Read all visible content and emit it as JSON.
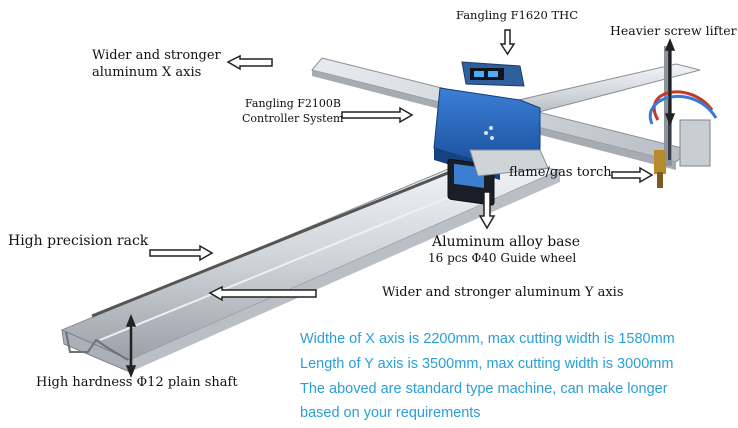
{
  "labels": {
    "thc": "Fangling F1620 THC",
    "lifter": "Heavier screw lifter",
    "x_axis_line1": "Wider and stronger",
    "x_axis_line2": "aluminum X axis",
    "controller_line1": "Fangling F2100B",
    "controller_line2": "Controller System",
    "torch": "flame/gas torch",
    "rack": "High precision rack",
    "base": "Aluminum alloy base",
    "wheel": "16 pcs Φ40 Guide wheel",
    "y_axis": "Wider and stronger aluminum Y axis",
    "shaft": "High hardness Φ12 plain shaft"
  },
  "info": [
    "Widthe of X axis is 2200mm, max cutting width is 1580mm",
    "Length of Y axis is 3500mm, max cutting width is 3000mm",
    "The aboved are standard type machine, can make longer",
    "based on your requirements"
  ],
  "colors": {
    "text": "#111111",
    "info": "#2a9fd6",
    "machine_blue": "#1f5fb8",
    "aluminum": "#cfd4d9"
  }
}
